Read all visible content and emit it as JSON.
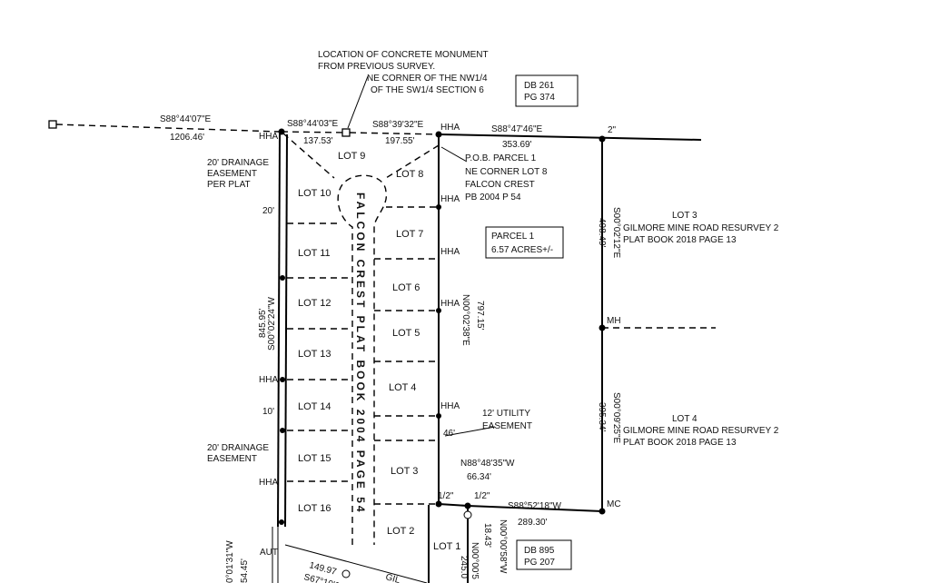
{
  "notes": {
    "monument_1": "LOCATION OF CONCRETE MONUMENT",
    "monument_2": "FROM PREVIOUS SURVEY.",
    "ne_corner_1": "NE CORNER OF THE NW1/4",
    "ne_corner_2": "OF THE SW1/4 SECTION 6",
    "drainage_top_1": "20' DRAINAGE",
    "drainage_top_2": "EASEMENT",
    "drainage_top_3": "PER PLAT",
    "drainage_bottom_1": "20' DRAINAGE",
    "drainage_bottom_2": "EASEMENT",
    "utility_1": "12' UTILITY",
    "utility_2": "EASEMENT",
    "pob_1": "P.O.B. PARCEL 1",
    "pob_2": "NE CORNER LOT 8",
    "pob_3": "FALCON CREST",
    "pob_4": "PB 2004 P 54"
  },
  "deed_boxes": [
    {
      "line1": "DB 261",
      "line2": "PG 374"
    },
    {
      "line1": "DB 895",
      "line2": "PG 207"
    }
  ],
  "parcel": {
    "name": "PARCEL 1",
    "area": "6.57 ACRES+/-"
  },
  "adjacent": {
    "lot3_title": "LOT 3",
    "lot3_sub1": "GILMORE MINE ROAD RESURVEY 2",
    "lot3_sub2": "PLAT BOOK 2018 PAGE 13",
    "lot4_title": "LOT 4",
    "lot4_sub1": "GILMORE MINE ROAD RESURVEY 2",
    "lot4_sub2": "PLAT BOOK 2018 PAGE 13"
  },
  "street": "FALCON CREST PLAT BOOK 2004 PAGE 54",
  "road_partial": "GIL",
  "bearings": {
    "b1": "S88°44'07\"E",
    "b1_dist": "1206.46'",
    "b2": "S88°44'03\"E",
    "b2_dist": "137.53'",
    "b3": "S88°39'32\"E",
    "b3_dist": "197.55'",
    "b4": "S88°47'46\"E",
    "b4_dist": "353.69'",
    "east_upper": "S00°02'12\"E",
    "east_upper_dist": "408.49'",
    "east_lower": "S00°09'25\"E",
    "east_lower_dist": "395.34'",
    "west": "S00°02'24\"W",
    "west_dist": "845.95'",
    "mid": "N00°02'38\"E",
    "mid_dist": "797.15'",
    "n88": "N88°48'35\"W",
    "n88_dist": "66.34'",
    "s88": "S88°52'18\"W",
    "s88_dist": "289.30'",
    "n00_58": "N00°00'58\"W",
    "n00_58_dist": "18.43'",
    "n00_05": "N00°00'5",
    "n00_05_dist": "245.0",
    "s67": "S67°10'1",
    "s67_dist": "149.97",
    "sw_bear": "0°01'31\"W",
    "sw_dist": "54.45'",
    "dist_46": "46'",
    "dist_20": "20'",
    "dist_10": "10'",
    "half_1": "1/2\"",
    "half_2": "1/2\"",
    "two_inch": "2\""
  },
  "markers": {
    "hha": "HHA",
    "mh": "MH",
    "mc": "MC",
    "aut": "AUT"
  },
  "lots": [
    "LOT 9",
    "LOT 8",
    "LOT 10",
    "LOT 7",
    "LOT 11",
    "LOT 6",
    "LOT 12",
    "LOT 5",
    "LOT 13",
    "LOT 4",
    "LOT 14",
    "LOT 3",
    "LOT 15",
    "LOT 16",
    "LOT 2",
    "LOT 1"
  ]
}
